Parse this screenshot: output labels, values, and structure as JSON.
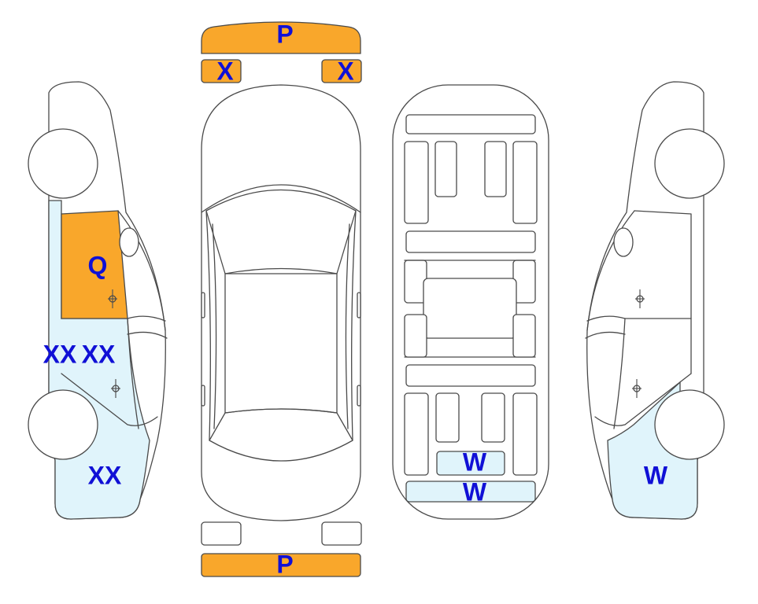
{
  "colors": {
    "paint": "#f9a72b",
    "scratch": "#e0f4fb",
    "text": "#1010d6",
    "outline": "#4a4a4a"
  },
  "codes": {
    "front_bumper": "P",
    "front_left_corner": "X",
    "front_right_corner": "X",
    "left_front_door": "Q",
    "left_rear_door_a": "XX",
    "left_rear_door_b": "XX",
    "left_rear_quarter": "XX",
    "underbody_rear_panel": "W",
    "underbody_rear_bar": "W",
    "right_rear_quarter": "W",
    "rear_bumper": "P"
  }
}
